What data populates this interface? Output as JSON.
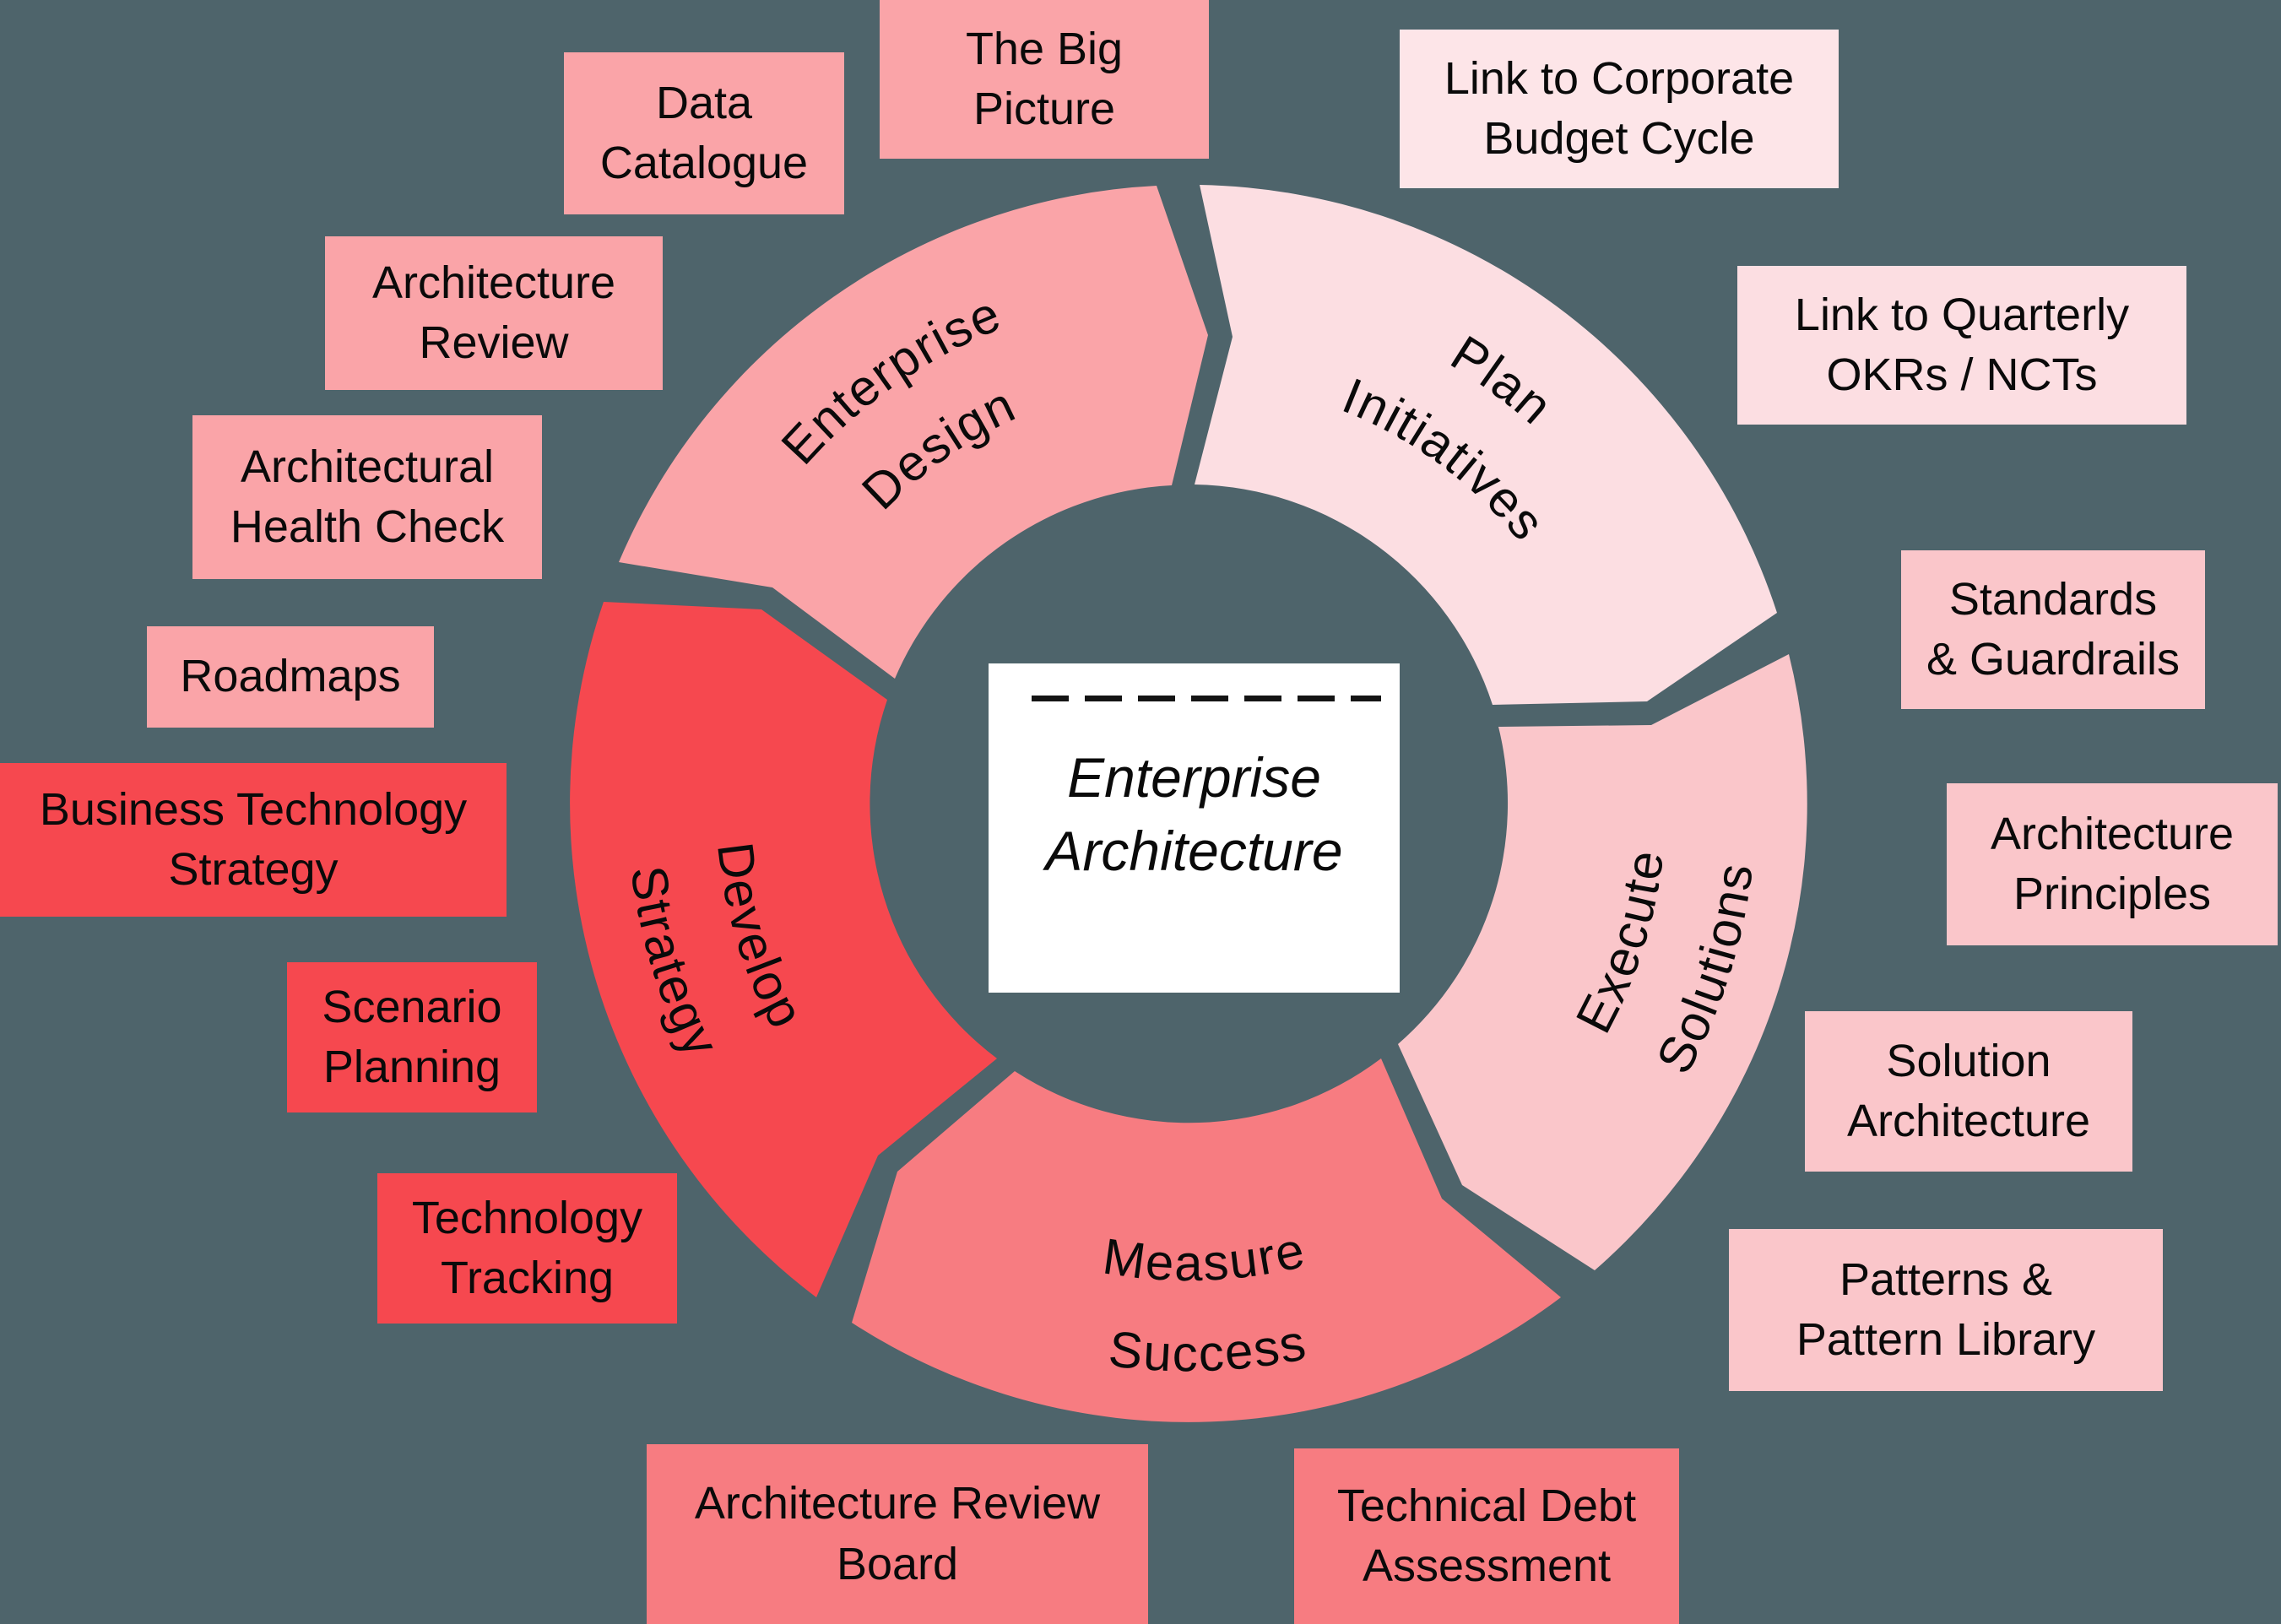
{
  "palette": {
    "background": "#4e646b",
    "enterprise_design": "#FAA4A8",
    "plan_initiatives": "#FCDEE2",
    "execute_solutions": "#FAC6CA",
    "measure_success": "#F77C81",
    "develop_strategy": "#F6484F",
    "budget_box": "#FDE5E8",
    "center_box": "#FFFFFF",
    "text": "#0a0a0a"
  },
  "center": {
    "line1": "Enterprise",
    "line2": "Architecture"
  },
  "segments": {
    "enterprise_design": {
      "line1": "Enterprise",
      "line2": "Design"
    },
    "plan_initiatives": {
      "line1": "Plan",
      "line2": "Initiatives"
    },
    "execute_solutions": {
      "line1": "Execute",
      "line2": "Solutions"
    },
    "measure_success": {
      "line1": "Measure",
      "line2": "Success"
    },
    "develop_strategy": {
      "line1": "Develop",
      "line2": "Strategy"
    }
  },
  "callouts": {
    "data_catalogue": {
      "line1": "Data",
      "line2": "Catalogue"
    },
    "big_picture": {
      "line1": "The Big",
      "line2": "Picture"
    },
    "corporate_budget": {
      "line1": "Link to Corporate",
      "line2": "Budget Cycle"
    },
    "quarterly_okrs": {
      "line1": "Link to Quarterly",
      "line2": "OKRs / NCTs"
    },
    "standards_guardrails": {
      "line1": "Standards",
      "line2": "& Guardrails"
    },
    "architecture_principles": {
      "line1": "Architecture",
      "line2": "Principles"
    },
    "solution_architecture": {
      "line1": "Solution",
      "line2": "Architecture"
    },
    "patterns_library": {
      "line1": "Patterns &",
      "line2": "Pattern Library"
    },
    "technical_debt": {
      "line1": "Technical Debt",
      "line2": "Assessment"
    },
    "architecture_review_board": {
      "line1": "Architecture Review",
      "line2": "Board"
    },
    "technology_tracking": {
      "line1": "Technology",
      "line2": "Tracking"
    },
    "scenario_planning": {
      "line1": "Scenario",
      "line2": "Planning"
    },
    "business_technology_strategy": {
      "line1": "Business Technology",
      "line2": "Strategy"
    },
    "roadmaps": {
      "line1": "Roadmaps",
      "line2": ""
    },
    "architectural_health_check": {
      "line1": "Architectural",
      "line2": "Health Check"
    },
    "architecture_review": {
      "line1": "Architecture",
      "line2": "Review"
    }
  }
}
